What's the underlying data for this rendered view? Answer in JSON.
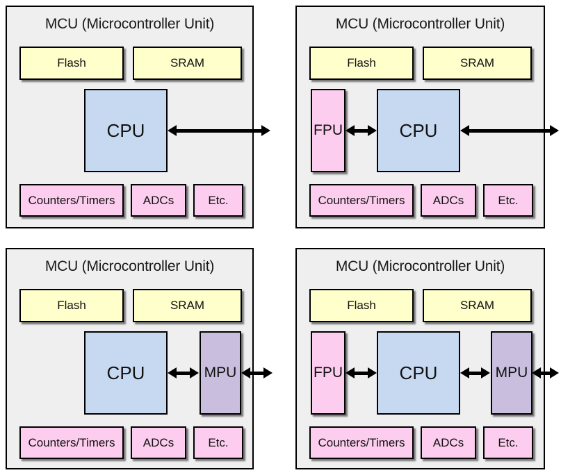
{
  "colors": {
    "page_background": "#ffffff",
    "panel_fill": "#efefef",
    "outline": "#000000",
    "memory_fill": "#ffffcc",
    "cpu_fill": "#c6d9f1",
    "peripheral_fill": "#fccdee",
    "fpu_fill": "#fccdee",
    "mpu_fill": "#c9bedd",
    "arrow": "#000000"
  },
  "panels": [
    {
      "title": "MCU (Microcontroller Unit)",
      "flash": "Flash",
      "sram": "SRAM",
      "cpu": "CPU",
      "peripherals": [
        "Counters/Timers",
        "ADCs",
        "Etc."
      ]
    },
    {
      "title": "MCU (Microcontroller Unit)",
      "flash": "Flash",
      "sram": "SRAM",
      "fpu": "FPU",
      "cpu": "CPU",
      "peripherals": [
        "Counters/Timers",
        "ADCs",
        "Etc."
      ]
    },
    {
      "title": "MCU (Microcontroller Unit)",
      "flash": "Flash",
      "sram": "SRAM",
      "cpu": "CPU",
      "mpu": "MPU",
      "peripherals": [
        "Counters/Timers",
        "ADCs",
        "Etc."
      ]
    },
    {
      "title": "MCU (Microcontroller Unit)",
      "flash": "Flash",
      "sram": "SRAM",
      "fpu": "FPU",
      "cpu": "CPU",
      "mpu": "MPU",
      "peripherals": [
        "Counters/Timers",
        "ADCs",
        "Etc."
      ]
    }
  ]
}
